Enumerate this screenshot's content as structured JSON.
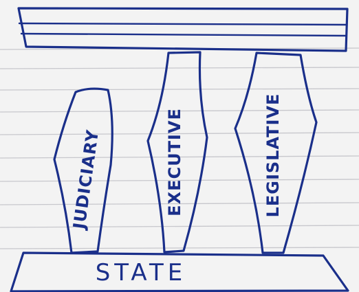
{
  "diagram": {
    "base_label": "STATE",
    "pillars": [
      {
        "label": "JUDICIARY"
      },
      {
        "label": "EXECUTIVE"
      },
      {
        "label": "LEGISLATIVE"
      }
    ]
  },
  "colors": {
    "ink": "#1a2f8a",
    "paper": "#f3f3f3",
    "ruled_lines": "#c7c7cc"
  }
}
